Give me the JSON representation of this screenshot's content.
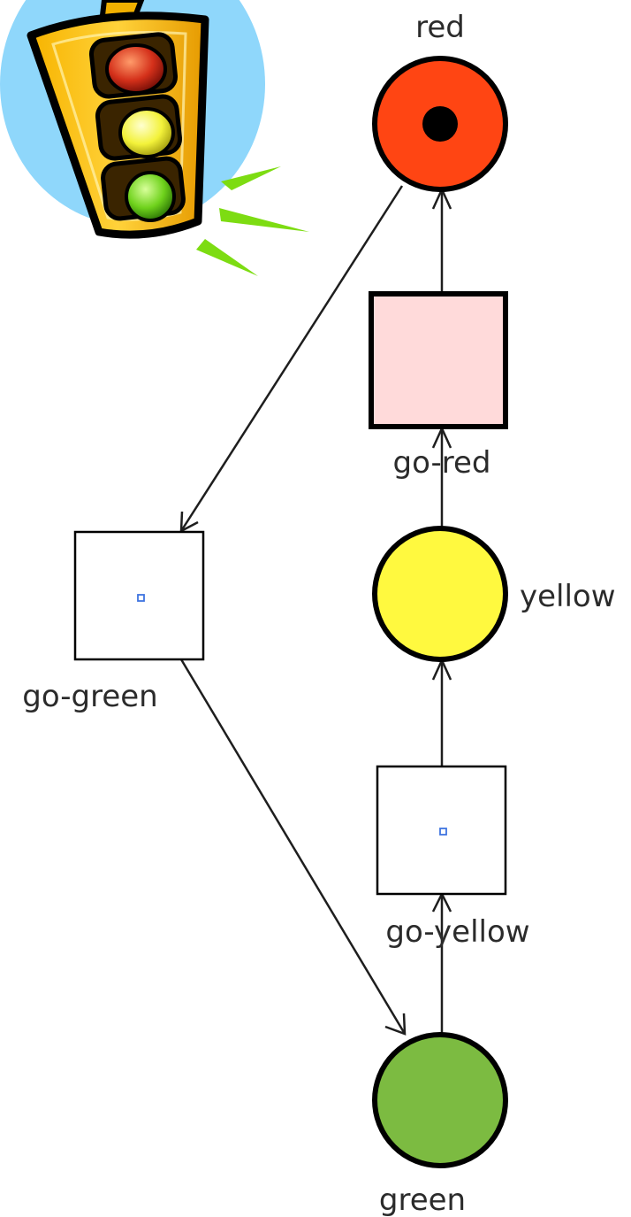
{
  "diagram": {
    "type": "petri-net",
    "places": [
      {
        "id": "red",
        "label": "red",
        "color": "#ff4513",
        "tokens": 1
      },
      {
        "id": "yellow",
        "label": "yellow",
        "color": "#fff93f",
        "tokens": 0
      },
      {
        "id": "green",
        "label": "green",
        "color": "#7cbb41",
        "tokens": 0
      }
    ],
    "transitions": [
      {
        "id": "go-red",
        "label": "go-red",
        "color": "#ffdada",
        "enabled": false
      },
      {
        "id": "go-green",
        "label": "go-green",
        "color": "#ffffff",
        "enabled": true
      },
      {
        "id": "go-yellow",
        "label": "go-yellow",
        "color": "#ffffff",
        "enabled": true
      }
    ],
    "arcs": [
      {
        "from": "red",
        "to": "go-green"
      },
      {
        "from": "go-green",
        "to": "green"
      },
      {
        "from": "green",
        "to": "go-yellow"
      },
      {
        "from": "go-yellow",
        "to": "yellow"
      },
      {
        "from": "yellow",
        "to": "go-red"
      },
      {
        "from": "go-red",
        "to": "red"
      }
    ],
    "decoration": "traffic-light-clipart"
  }
}
